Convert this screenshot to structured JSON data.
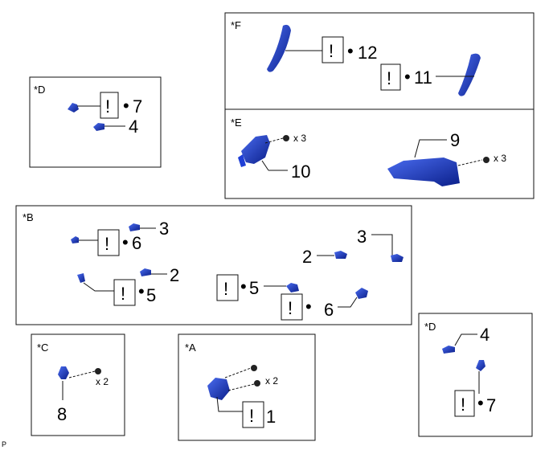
{
  "panels": {
    "D_left": "*D",
    "F": "*F",
    "E": "*E",
    "B": "*B",
    "C": "*C",
    "A": "*A",
    "D_right": "*D"
  },
  "callouts": {
    "d_left_7": "7",
    "d_left_4": "4",
    "f_12": "12",
    "f_11": "11",
    "e_10": "10",
    "e_9": "9",
    "b_3a": "3",
    "b_6a": "6",
    "b_2a": "2",
    "b_5a": "5",
    "b_5b": "5",
    "b_6b": "6",
    "b_2b": "2",
    "b_3b": "3",
    "c_8": "8",
    "a_1": "1",
    "d_right_4": "4",
    "d_right_7": "7"
  },
  "bullet": "•",
  "caution_mark": "!",
  "quantities": {
    "e_bolt_left": "x 3",
    "e_bolt_right": "x 3",
    "c_screw": "x 2",
    "a_screw": "x 2"
  },
  "corner_mark": "P",
  "colors": {
    "part_blue": "#1f3fd6",
    "part_dark": "#0b1f8a",
    "line": "#111111"
  }
}
